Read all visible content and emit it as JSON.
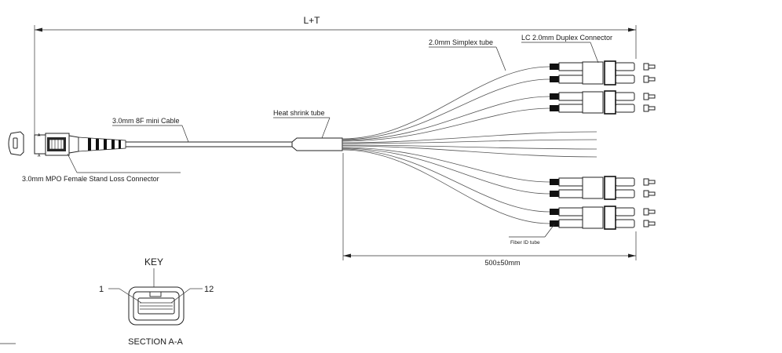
{
  "labels": {
    "overall_length": "L+T",
    "simplex_tube": "2.0mm Simplex tube",
    "lc_connector": "LC 2.0mm Duplex Connector",
    "mini_cable": "3.0mm 8F mini Cable",
    "heat_shrink": "Heat shrink tube",
    "mpo_connector": "3.0mm MPO Female Stand Loss Connector",
    "fiber_id_tube": "Fiber ID tube",
    "breakout_length": "500±50mm",
    "key": "KEY",
    "pin_first": "1",
    "pin_last": "12",
    "section": "SECTION A-A"
  },
  "colors": {
    "line": "#222222",
    "fiber": "#555555",
    "boot_dark": "#111111"
  }
}
